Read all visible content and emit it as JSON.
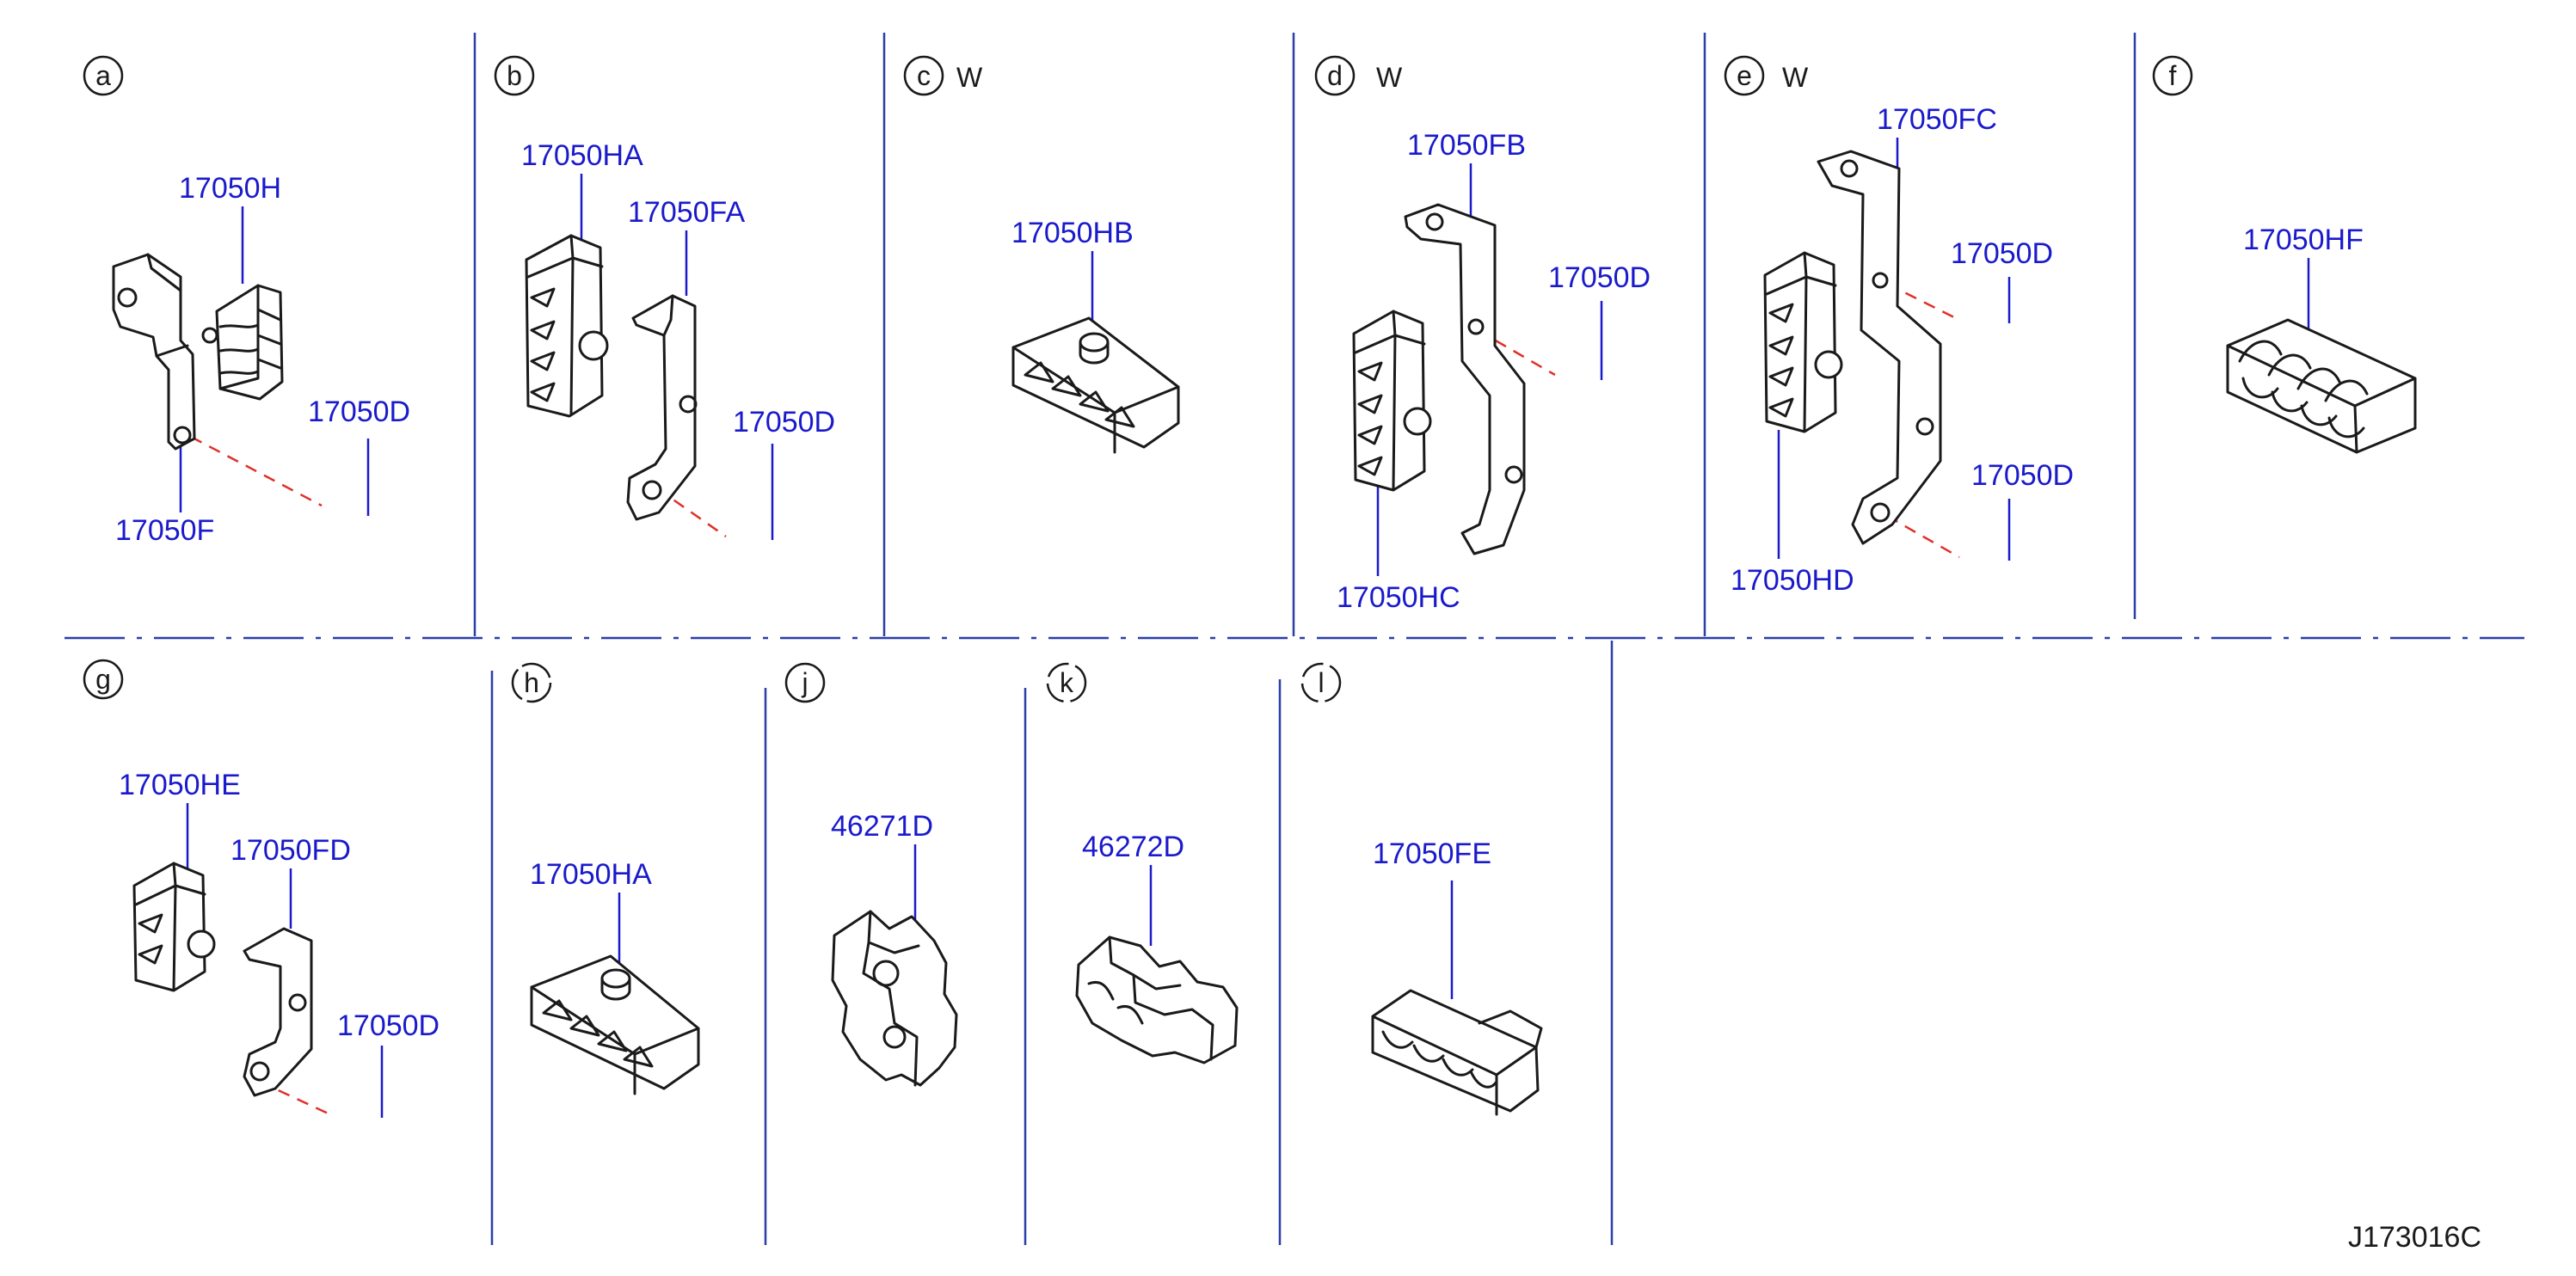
{
  "colors": {
    "label": "#1a1acc",
    "divider": "#2a3fa8",
    "leader_red": "#e0302a",
    "ink": "#1a1a1a",
    "background": "#ffffff"
  },
  "diagram_code": "J173016C",
  "panels": [
    {
      "marker": "a",
      "suffix": "",
      "parts": [
        "17050H",
        "17050F",
        "17050D"
      ]
    },
    {
      "marker": "b",
      "suffix": "",
      "parts": [
        "17050HA",
        "17050FA",
        "17050D"
      ]
    },
    {
      "marker": "c",
      "suffix": "W",
      "parts": [
        "17050HB"
      ]
    },
    {
      "marker": "d",
      "suffix": "W",
      "parts": [
        "17050FB",
        "17050D",
        "17050HC"
      ]
    },
    {
      "marker": "e",
      "suffix": "W",
      "parts": [
        "17050FC",
        "17050D",
        "17050D",
        "17050HD"
      ]
    },
    {
      "marker": "f",
      "suffix": "",
      "parts": [
        "17050HF"
      ]
    },
    {
      "marker": "g",
      "suffix": "",
      "parts": [
        "17050HE",
        "17050FD",
        "17050D"
      ]
    },
    {
      "marker": "h",
      "suffix": "",
      "parts": [
        "17050HA"
      ]
    },
    {
      "marker": "j",
      "suffix": "",
      "parts": [
        "46271D"
      ]
    },
    {
      "marker": "k",
      "suffix": "",
      "parts": [
        "46272D"
      ]
    },
    {
      "marker": "l",
      "suffix": "",
      "parts": [
        "17050FE"
      ]
    }
  ]
}
